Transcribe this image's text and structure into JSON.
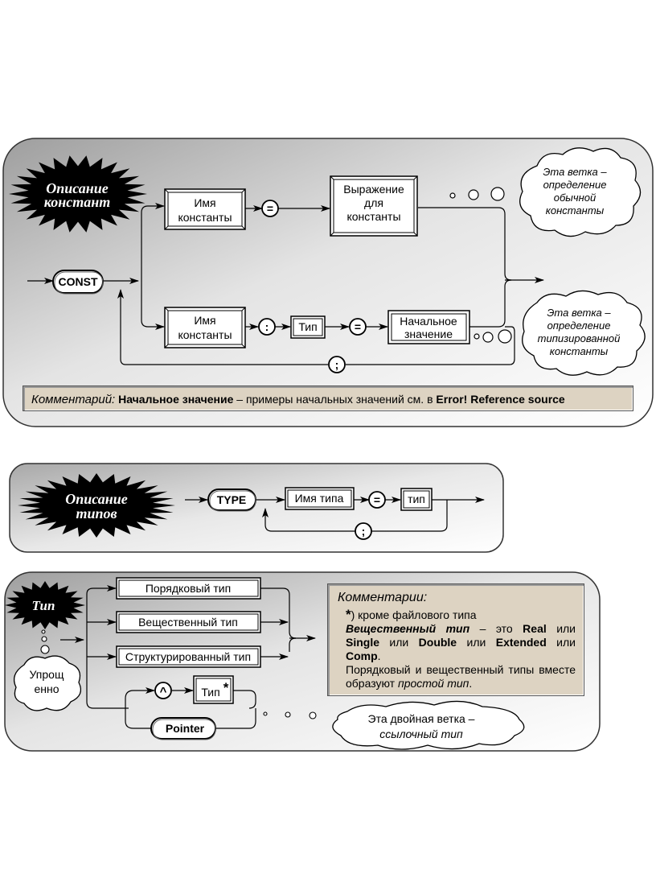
{
  "panel1": {
    "badge": [
      "Описание",
      "констант"
    ],
    "const_kw": "CONST",
    "upper_name": [
      "Имя",
      "константы"
    ],
    "eq1": "=",
    "expr": [
      "Выражение",
      "для",
      "константы"
    ],
    "lower_name": [
      "Имя",
      "константы"
    ],
    "colon": ":",
    "type": "Тип",
    "eq2": "=",
    "init": [
      "Начальное",
      "значение"
    ],
    "semicolon": ";",
    "cloud_top": [
      "Эта ветка –",
      "определение",
      "обычной",
      "константы"
    ],
    "cloud_bottom": [
      "Эта ветка –",
      "определение",
      "типизированной",
      "константы"
    ],
    "comment": {
      "label": "Комментарий:",
      "bold1": "Начальное значение",
      "text": " – примеры начальных значений см. в ",
      "bold2": "Error! Reference source"
    }
  },
  "panel2": {
    "badge": [
      "Описание",
      "типов"
    ],
    "type_kw": "TYPE",
    "name": "Имя типа",
    "eq": "=",
    "type": "тип",
    "semicolon": ";"
  },
  "panel3": {
    "badge": "Тип",
    "ordinal": "Порядковый тип",
    "real": "Вещественный тип",
    "structured": "Структурированный тип",
    "caret": "^",
    "ptr_type": "Тип",
    "star": "*",
    "pointer": "Pointer",
    "cloud_left": [
      "Упрощ",
      "енно"
    ],
    "cloud_bottom": [
      "Эта двойная ветка –",
      "ссылочный тип"
    ],
    "comments": {
      "head": "Комментарии:",
      "l1_star": "*",
      "l1": ") кроме файлового типа",
      "l2_it": "Вещественный тип",
      "l2_a": " – это ",
      "l2_real": "Real",
      "l2_b": " или ",
      "l2_single": "Single",
      "l2_c": " или ",
      "l2_double": "Double",
      "l2_d": " или ",
      "l2_ext": "Extended",
      "l2_e": " или ",
      "l2_comp": "Comp",
      "l2_f": ".",
      "l3": "Порядковый и вещественный типы вместе образуют ",
      "l3_it": "простой тип",
      "l3_end": "."
    }
  }
}
